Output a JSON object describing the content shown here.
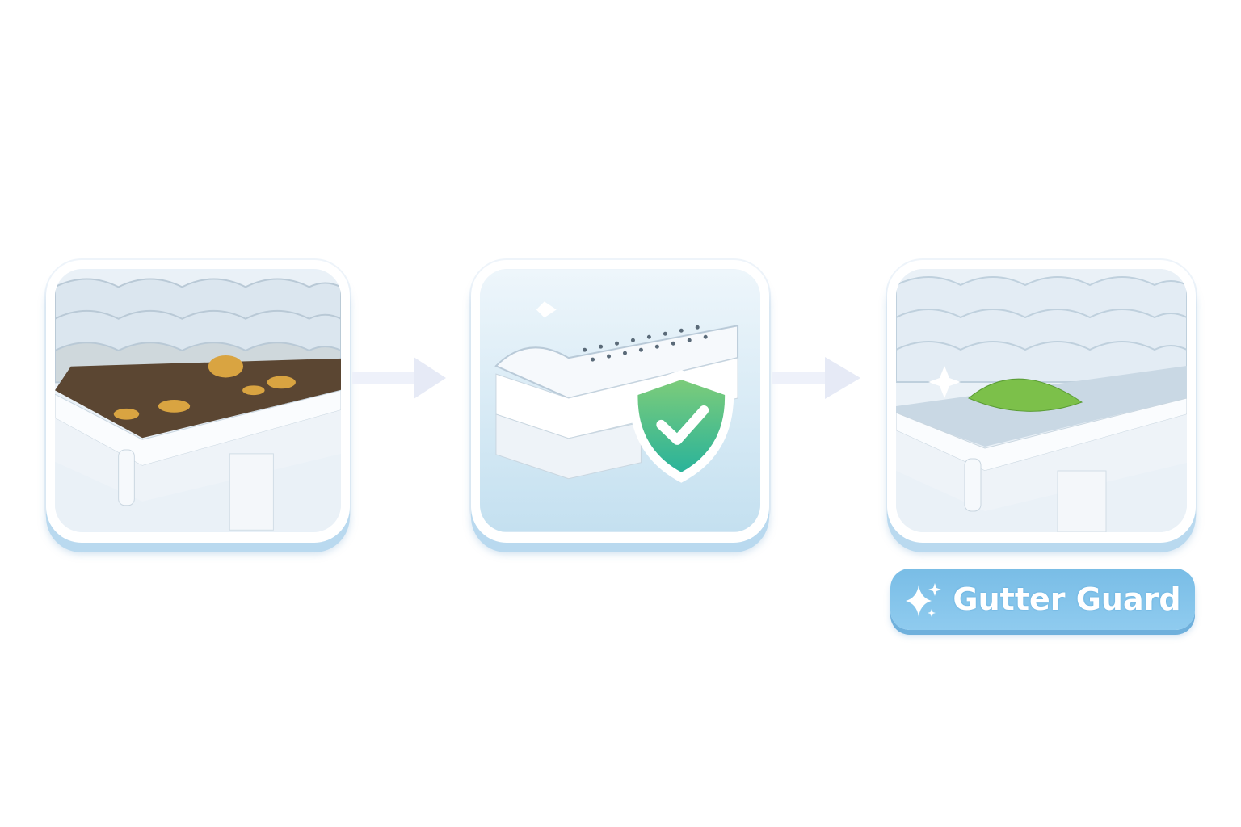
{
  "steps": [
    {
      "name": "clogged-gutter",
      "icon": "clogged-gutter-illustration"
    },
    {
      "name": "gutter-guard-installed",
      "icon": "gutter-guard-shield-illustration"
    },
    {
      "name": "clean-gutter",
      "icon": "clean-gutter-leaf-illustration"
    }
  ],
  "badge": {
    "label": "Gutter Guard",
    "icon": "sparkle-icon"
  },
  "colors": {
    "badge": "#7cc0e8",
    "shield": "#3bb592",
    "leaf_dead": "#d9a441",
    "leaf_green": "#7cc04a"
  }
}
